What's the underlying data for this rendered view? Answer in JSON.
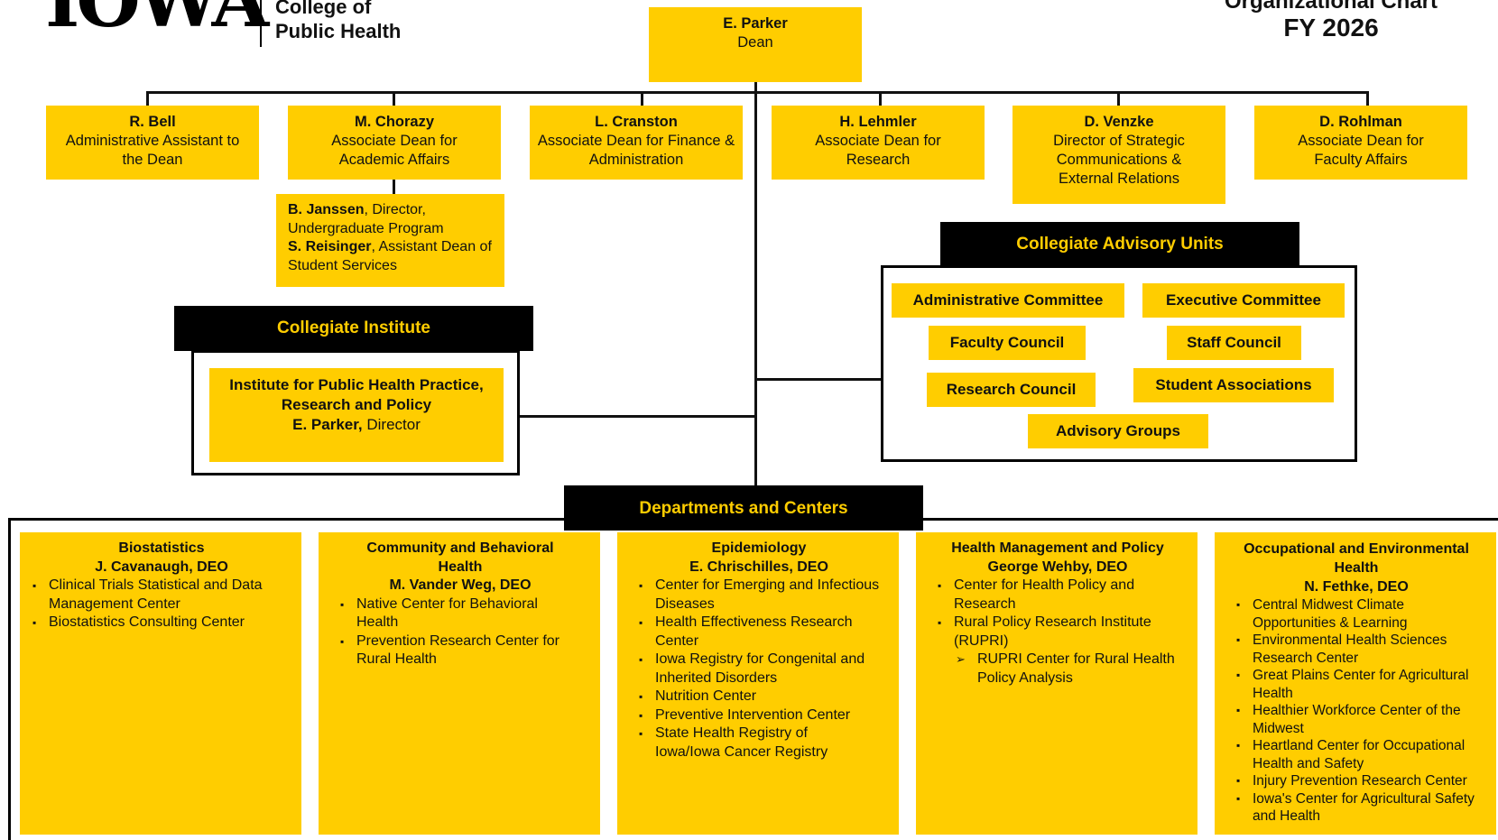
{
  "header": {
    "logo_text": "IOWA",
    "college_line1": "College of",
    "college_line2": "Public Health",
    "chart_title": "Organizational Chart",
    "fiscal_year": "FY 2026"
  },
  "dean": {
    "name": "E. Parker",
    "title": "Dean"
  },
  "leaders": [
    {
      "name": "R. Bell",
      "title": "Administrative Assistant to the Dean"
    },
    {
      "name": "M. Chorazy",
      "title": "Associate Dean for Academic Affairs"
    },
    {
      "name": "L. Cranston",
      "title": "Associate Dean for Finance & Administration"
    },
    {
      "name": "H. Lehmler",
      "title": "Associate Dean for Research"
    },
    {
      "name": "D. Venzke",
      "title": "Director of Strategic Communications & External Relations"
    },
    {
      "name": "D. Rohlman",
      "title": "Associate Dean for Faculty Affairs"
    }
  ],
  "academic_staff": [
    {
      "name": "B. Janssen",
      "title": ", Director, Undergraduate Program"
    },
    {
      "name": "S. Reisinger",
      "title": ", Assistant Dean of Student Services"
    }
  ],
  "institute": {
    "heading": "Collegiate Institute",
    "name": "Institute for Public Health Practice, Research and Policy",
    "director_name": "E. Parker,",
    "director_title": " Director"
  },
  "advisory": {
    "heading": "Collegiate Advisory Units",
    "units": [
      "Administrative Committee",
      "Executive Committee",
      "Faculty Council",
      "Staff Council",
      "Research Council",
      "Student Associations",
      "Advisory Groups"
    ]
  },
  "departments": {
    "heading": "Departments and Centers",
    "items": [
      {
        "name": "Biostatistics",
        "deo": "J. Cavanaugh, DEO",
        "centers": [
          "Clinical Trials Statistical and Data Management Center",
          "Biostatistics Consulting Center"
        ]
      },
      {
        "name": "Community and Behavioral Health",
        "deo": "M. Vander Weg, DEO",
        "centers": [
          "Native Center for Behavioral Health",
          "Prevention Research Center for Rural Health"
        ]
      },
      {
        "name": "Epidemiology",
        "deo": "E. Chrischilles, DEO",
        "centers": [
          "Center for Emerging and Infectious Diseases",
          "Health Effectiveness Research Center",
          "Iowa Registry for Congenital and Inherited Disorders",
          "Nutrition Center",
          "Preventive Intervention Center",
          "State Health Registry of Iowa/Iowa Cancer Registry"
        ]
      },
      {
        "name": "Health Management and Policy",
        "deo": "George Wehby, DEO",
        "centers": [
          "Center for Health Policy and Research",
          "Rural Policy Research Institute (RUPRI)"
        ],
        "sub_centers": [
          "RUPRI Center for Rural Health Policy Analysis"
        ]
      },
      {
        "name": "Occupational and Environmental Health",
        "deo": "N. Fethke, DEO",
        "centers": [
          "Central Midwest Climate Opportunities & Learning",
          "Environmental Health Sciences Research Center",
          "Great Plains Center for Agricultural Health",
          "Healthier Workforce Center of the Midwest",
          "Heartland Center for Occupational Health and Safety",
          "Injury Prevention Research Center",
          "Iowa's Center for Agricultural Safety and Health"
        ]
      }
    ]
  },
  "colors": {
    "gold": "#FFCD00",
    "black": "#000000"
  }
}
